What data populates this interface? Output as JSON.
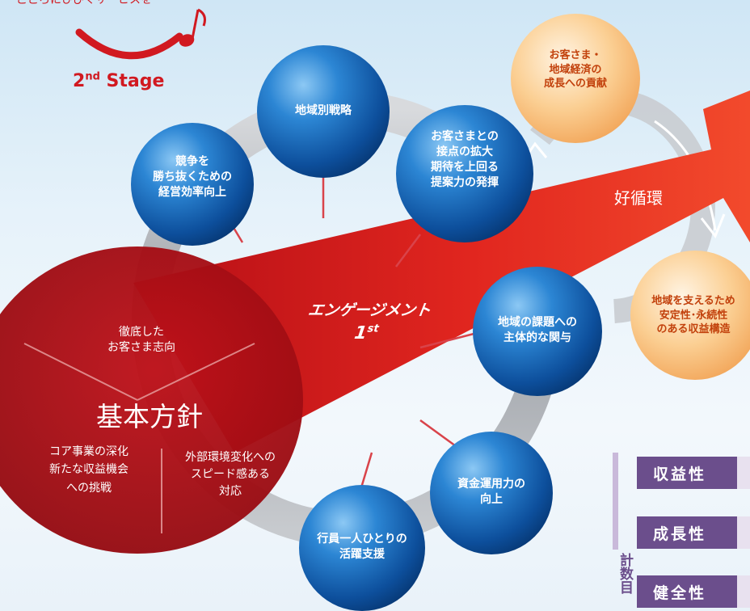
{
  "header": {
    "tagline": "こころにひびくサービスを",
    "stage_main": "2",
    "stage_sup": "nd",
    "stage_word": "Stage"
  },
  "core": {
    "title": "基本方針",
    "segment_top": "徹底した\nお客さま志向",
    "segment_left": "コア事業の深化\n新たな収益機会\nへの挑戦",
    "segment_right": "外部環境変化への\nスピード感ある\n対応"
  },
  "arrow_label": {
    "main": "エンゲージメント",
    "num": "1",
    "sup": "st"
  },
  "strategies": [
    "地域別戦略",
    "競争を\n勝ち抜くための\n経営効率向上",
    "お客さまとの\n接点の拡大\n期待を上回る\n提案力の発揮",
    "地域の課題への\n主体的な関与",
    "資金運用力の\n向上",
    "行員一人ひとりの\n活躍支援"
  ],
  "cycle": {
    "label": "好循環",
    "top": "お客さま・\n地域経済の\n成長への貢献",
    "bottom": "地域を支えるため\n安定性･永続性\nのある収益構造"
  },
  "metrics": {
    "side_label": "計数目",
    "items": [
      "収益性",
      "成長性",
      "健全性"
    ]
  },
  "colors": {
    "brand_red": "#c8171e",
    "ball_blue": "#1f6fc0",
    "orange": "#f6b06a",
    "purple": "#6b4e8c"
  }
}
